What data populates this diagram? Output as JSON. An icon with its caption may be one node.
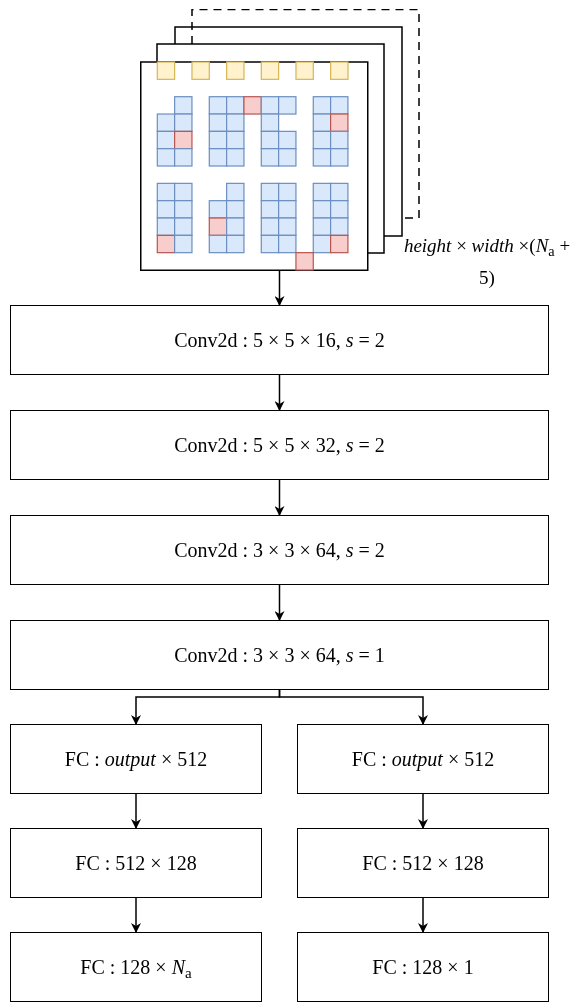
{
  "diagram": {
    "nodes": [
      {
        "text": [],
        "shape": "picture",
        "beside": [
          "*height* × *width* ×(*N*$_{a}$ + 5)"
        ]
      },
      {
        "text": [
          "Conv2d : 5 × 5 × 16, *s* = 2"
        ]
      },
      {
        "text": [
          "Conv2d : 5 × 5 × 32, *s* = 2"
        ]
      },
      {
        "text": [
          "Conv2d : 3 × 3 × 64, *s* = 2"
        ]
      },
      {
        "text": [
          "Conv2d : 3 × 3 × 64, *s* = 1"
        ]
      },
      {
        "text": [
          "FC : *output* × 512"
        ]
      },
      {
        "text": [
          "FC : *output* × 512"
        ]
      },
      {
        "text": [
          "FC : 512 × 128"
        ]
      },
      {
        "text": [
          "FC : 512 × 128"
        ]
      },
      {
        "text": [
          "FC : 128 × *N*$_{a}$"
        ]
      },
      {
        "text": [
          "FC : 128 × 1"
        ]
      }
    ],
    "edges": [
      {
        "from": 0,
        "to": 1,
        "arrow": "to"
      },
      {
        "from": 1,
        "to": 2,
        "arrow": "to"
      },
      {
        "from": 2,
        "to": 3,
        "arrow": "to"
      },
      {
        "from": 3,
        "to": 4,
        "arrow": "to"
      },
      {
        "from": 4,
        "to": 5,
        "arrow": "to"
      },
      {
        "from": 4,
        "to": 6,
        "arrow": "to"
      },
      {
        "from": 5,
        "to": 7,
        "arrow": "to"
      },
      {
        "from": 7,
        "to": 9,
        "arrow": "to"
      },
      {
        "from": 6,
        "to": 8,
        "arrow": "to"
      },
      {
        "from": 8,
        "to": 10,
        "arrow": "to"
      }
    ]
  }
}
